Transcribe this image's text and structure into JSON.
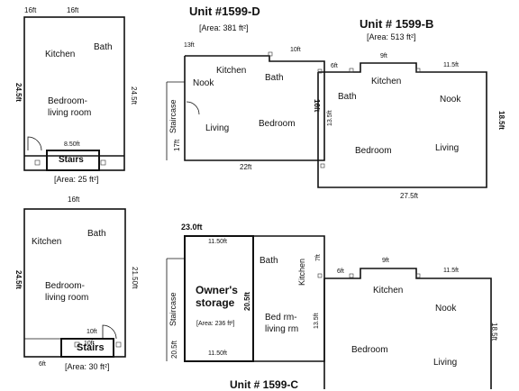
{
  "plan_a": {
    "dims": {
      "top_left": "16ft",
      "top": "16ft",
      "left": "24.5ft",
      "right": "24.5ft",
      "stairs_width": "8.50ft"
    },
    "rooms": {
      "kitchen": "Kitchen",
      "bath": "Bath",
      "bedroom_line1": "Bedroom-",
      "bedroom_line2": "living room",
      "stairs": "Stairs"
    },
    "area": "[Area: 25 ft²]"
  },
  "plan_b": {
    "dims": {
      "top": "16ft",
      "left": "24.5ft",
      "right": "21.50ft",
      "stair_top": "10ft",
      "bottom_left": "6ft",
      "stair_label": "10ft"
    },
    "rooms": {
      "kitchen": "Kitchen",
      "bath": "Bath",
      "bedroom_line1": "Bedroom-",
      "bedroom_line2": "living room",
      "stairs": "Stairs"
    },
    "area": "[Area: 30 ft²]"
  },
  "unit_d": {
    "title": "Unit #1599-D",
    "area": "[Area: 381 ft²]",
    "dims": {
      "top_left": "13ft",
      "top_right": "10ft",
      "left": "17ft",
      "right": "16ft",
      "bottom": "22ft"
    },
    "rooms": {
      "nook": "Nook",
      "kitchen": "Kitchen",
      "bath": "Bath",
      "living": "Living",
      "bedroom": "Bedroom",
      "staircase": "Staircase"
    }
  },
  "unit_b": {
    "title": "Unit # 1599-B",
    "area": "[Area: 513 ft²]",
    "dims": {
      "left_top": "6ft",
      "bump": "9ft",
      "right_top": "11.5ft",
      "right": "18.5ft",
      "inner": "13.5ft",
      "bottom": "27.5ft"
    },
    "rooms": {
      "bath": "Bath",
      "kitchen": "Kitchen",
      "nook": "Nook",
      "bedroom": "Bedroom",
      "living": "Living"
    }
  },
  "unit_c": {
    "title": "Unit # 1599-C",
    "width_label": "23.0ft",
    "dims": {
      "storage_top": "11.50ft",
      "storage_bottom": "11.50ft",
      "storage_side": "20.5ft",
      "left": "20.5ft",
      "kitchen_side": "7ft"
    },
    "rooms": {
      "storage_line1": "Owner's",
      "storage_line2": "storage",
      "storage_area": "[Area: 236 ft²]",
      "bath": "Bath",
      "kitchen": "Kitchen",
      "bed_line1": "Bed rm-",
      "bed_line2": "living rm",
      "staircase": "Staircase"
    }
  },
  "unit_e": {
    "dims": {
      "left_top": "6ft",
      "bump": "9ft",
      "right_top": "11.5ft",
      "right": "18.5ft",
      "inner": "13.5ft"
    },
    "rooms": {
      "kitchen": "Kitchen",
      "nook": "Nook",
      "bedroom": "Bedroom",
      "living": "Living"
    }
  }
}
